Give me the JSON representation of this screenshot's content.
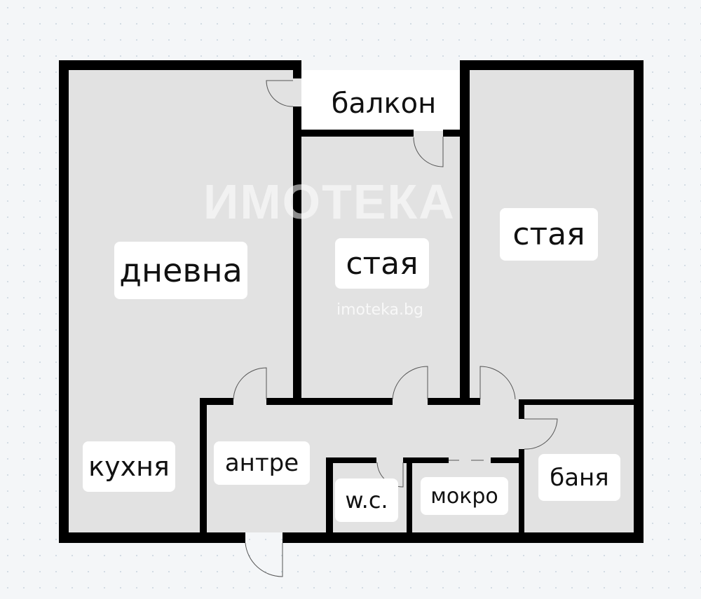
{
  "rooms": {
    "balcony": "балкон",
    "living_room": "дневна",
    "room_middle": "стая",
    "room_right": "стая",
    "kitchen": "кухня",
    "hall": "антре",
    "wc": "w.c.",
    "wet_room": "мокро",
    "bathroom": "баня"
  },
  "watermark": {
    "brand": "ИМОТЕКА",
    "site": "imoteka.bg"
  },
  "colors": {
    "wall": "#000000",
    "floor": "#e2e2e2",
    "background": "#f4f6f8"
  }
}
